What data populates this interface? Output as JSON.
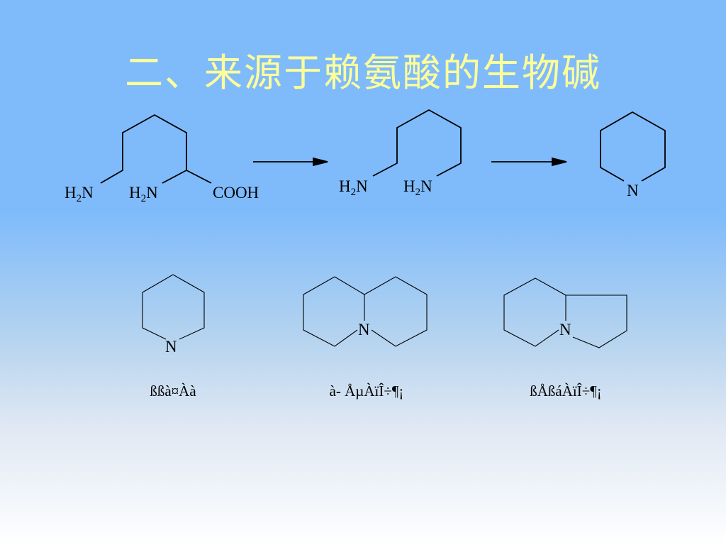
{
  "slide": {
    "title": "二、来源于赖氨酸的生物碱"
  },
  "reaction": {
    "lysine": {
      "amine1": "H2N",
      "amine2": "H2N",
      "acid": "COOH"
    },
    "cadaverine": {
      "amine1": "H2N",
      "amine2": "H2N"
    },
    "piperidine": {
      "n": "N"
    }
  },
  "skeletons": [
    {
      "n": "N",
      "caption": "ßßà¤Àà"
    },
    {
      "n": "N",
      "caption": "à- ÅµÀïÎ÷¶¡"
    },
    {
      "n": "N",
      "caption": "ßÅßáÀïÎ÷¶¡"
    }
  ]
}
